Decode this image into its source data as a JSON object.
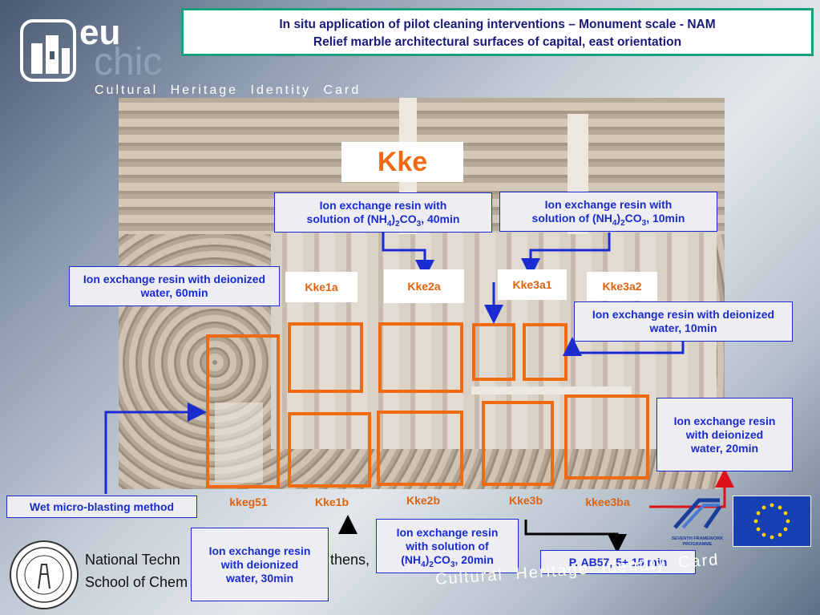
{
  "title": {
    "line1": "In situ application of pilot cleaning interventions – Monument scale - NAM",
    "line2": "Relief marble architectural surfaces of capital, east orientation"
  },
  "logo": {
    "brand_eu": "eu",
    "brand_chic": "chic",
    "tagline": "Cultural Heritage Identity Card"
  },
  "footer": {
    "university_line1": "National Techn",
    "university_line1_end": "thens,",
    "university_line2": "School of Chem",
    "bottom_tagline": "Cultural Heritage Identity Card"
  },
  "big_label": "Kke",
  "boxes": {
    "nh4_40": {
      "a": "Ion exchange resin with",
      "b": "solution of (NH",
      "c": "4",
      "d": ")",
      "e": "2",
      "f": "CO",
      "g": "3",
      "h": ", 40min"
    },
    "nh4_10": {
      "a": "Ion exchange resin with",
      "b": "solution of (NH",
      "c": "4",
      "d": ")",
      "e": "2",
      "f": "CO",
      "g": "3",
      "h": ", 10min"
    },
    "nh4_20": {
      "a": "Ion exchange resin",
      "b": "with solution of",
      "c": "(NH",
      "d": "4",
      "e": ")",
      "f": "2",
      "g": "CO",
      "h": "3",
      "i": ", 20min"
    },
    "deion_60": "Ion exchange resin with deionized water, 60min",
    "deion_10": "Ion exchange resin with deionized water, 10min",
    "deion_20": "Ion exchange resin with deionized water, 20min",
    "deion_30": "Ion exchange resin with deionized water, 30min",
    "wet_blast": "Wet micro-blasting method",
    "pab57": "P. AB57, 5+ 15 min"
  },
  "labels": {
    "kke1a": "Kke1a",
    "kke2a": "Kke2a",
    "kke3a1": "Kke3a1",
    "kke3a2": "Kke3a2",
    "kkeg51": "kkeg51",
    "kke1b": "Kke1b",
    "kke2b": "Kke2b",
    "kke3b": "Kke3b",
    "kkee3ba": "kkee3ba"
  },
  "funding": {
    "fp7_text": "SEVENTH FRAMEWORK PROGRAMME"
  },
  "colors": {
    "accent_orange": "#f06a12",
    "accent_blue": "#1a2bd0",
    "title_border": "#1aa07a"
  }
}
